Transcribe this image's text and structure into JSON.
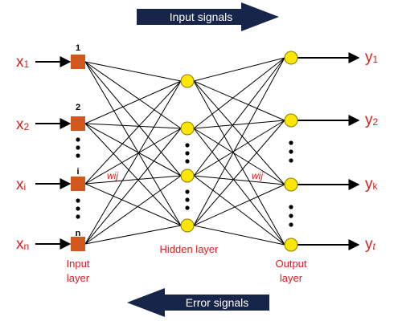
{
  "banners": {
    "input_signals": "Input signals",
    "error_signals": "Error signals"
  },
  "inputs": [
    {
      "var": "x",
      "sub": "1",
      "index": "1"
    },
    {
      "var": "x",
      "sub": "2",
      "index": "2"
    },
    {
      "var": "x",
      "sub": "i",
      "index": "i"
    },
    {
      "var": "x",
      "sub": "n",
      "index": "n"
    }
  ],
  "outputs": [
    {
      "var": "y",
      "sub": "1"
    },
    {
      "var": "y",
      "sub": "2"
    },
    {
      "var": "y",
      "sub": "k"
    },
    {
      "var": "y",
      "sub": "t"
    }
  ],
  "weights": {
    "input_hidden": "wij",
    "hidden_output": "wij"
  },
  "layer_labels": {
    "input": [
      "Input",
      "layer"
    ],
    "hidden": "Hidden layer",
    "output": [
      "Output",
      "layer"
    ]
  },
  "colors": {
    "banner": "#17254a",
    "red_text": "#d42020",
    "input_node": "#d0581c",
    "neuron_fill": "#fde504",
    "neuron_stroke": "#8a7a00",
    "line": "#000000"
  }
}
